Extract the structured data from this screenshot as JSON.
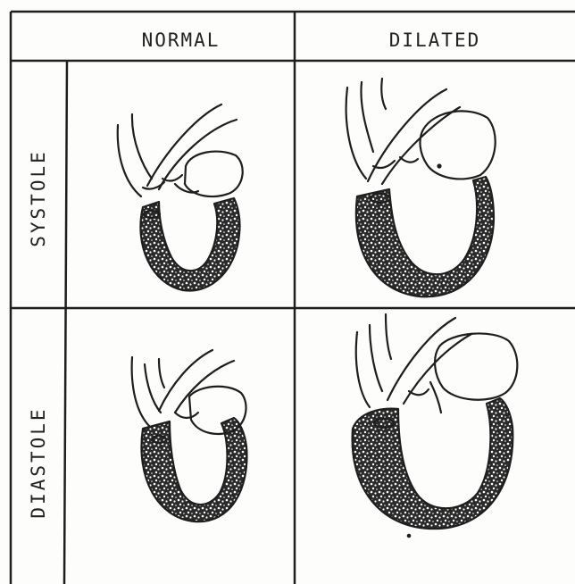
{
  "columns": {
    "normal": "NORMAL",
    "dilated": "DILATED"
  },
  "rows": {
    "systole": "SYSTOLE",
    "diastole": "DIASTOLE"
  },
  "colors": {
    "ink": "#1e1e1e",
    "paper": "#fdfdfb"
  },
  "icons": {
    "cell-normal-systole": "heart-normal-systole-icon",
    "cell-dilated-systole": "heart-dilated-systole-icon",
    "cell-normal-diastole": "heart-normal-diastole-icon",
    "cell-dilated-diastole": "heart-dilated-diastole-icon"
  }
}
